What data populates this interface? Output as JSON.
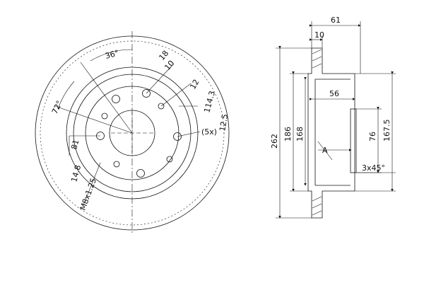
{
  "diagram": {
    "colors": {
      "stroke": "#111111",
      "background": "#ffffff"
    },
    "front_view": {
      "labels": {
        "angle_outer": "36°",
        "angle_left": "72°",
        "top_right_a": "18",
        "top_right_b": "10",
        "hole_dia_a": "12",
        "hole_dia_b": "114.3",
        "hole_count": "(5x)",
        "hole_dia_c": "12.5",
        "bolt_81": "81",
        "bolt_148": "14.8",
        "thread": "M8x1.25"
      }
    },
    "side_view": {
      "labels": {
        "width_61": "61",
        "width_10": "10",
        "width_56": "56",
        "dia_262": "262",
        "dia_186": "186",
        "dia_168": "168",
        "dia_76": "76",
        "dia_1675": "167.5",
        "point_a": "A",
        "chamfer": "3x45°"
      }
    }
  }
}
